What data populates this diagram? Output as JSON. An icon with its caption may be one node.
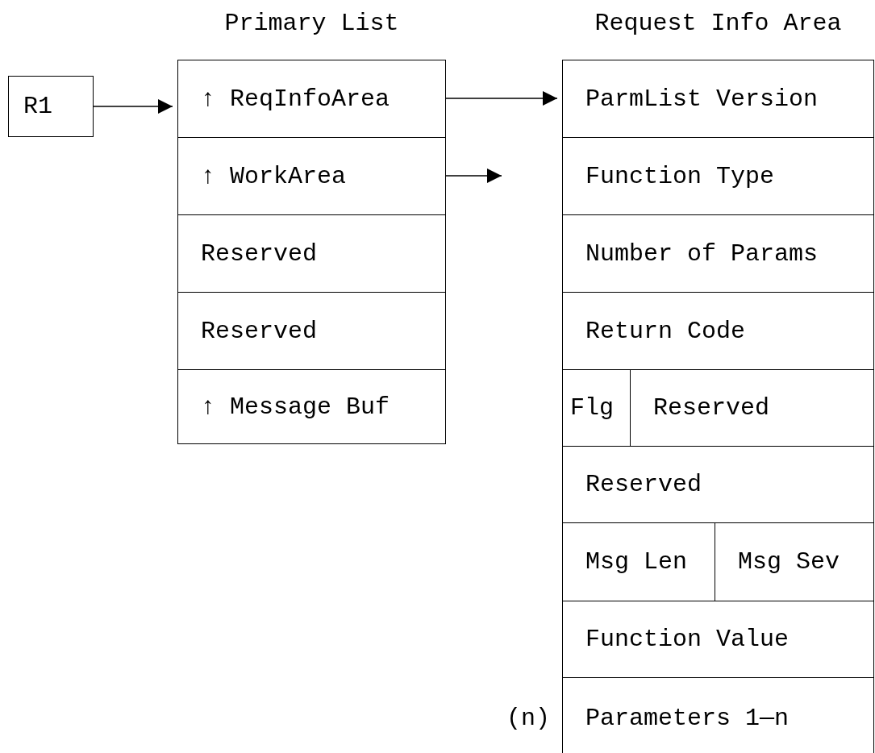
{
  "diagram": {
    "nodes": [
      {
        "text": [
          "R1"
        ]
      },
      {
        "text": [
          "Primary List"
        ]
      },
      {
        "text": [
          "↑ ReqInfoArea"
        ],
        "in": 1
      },
      {
        "text": [
          "↑ WorkArea"
        ],
        "in": 1
      },
      {
        "text": [
          "Reserved"
        ],
        "in": 1
      },
      {
        "text": [
          "Reserved"
        ],
        "in": 1
      },
      {
        "text": [
          "↑ Message Buf"
        ],
        "in": 1
      },
      {
        "text": [
          "Request Info Area"
        ]
      },
      {
        "text": [
          "ParmList Version"
        ],
        "in": 7
      },
      {
        "text": [
          "Function Type"
        ],
        "in": 7
      },
      {
        "text": [
          "Number of Params"
        ],
        "in": 7
      },
      {
        "text": [
          "Return Code"
        ],
        "in": 7
      },
      {
        "text": [
          "Flg"
        ],
        "in": 7
      },
      {
        "text": [
          "Reserved"
        ],
        "in": 7
      },
      {
        "text": [
          "Reserved"
        ],
        "in": 7
      },
      {
        "text": [
          "Msg Len"
        ],
        "in": 7
      },
      {
        "text": [
          "Msg Sev"
        ],
        "in": 7
      },
      {
        "text": [
          "Function Value"
        ],
        "in": 7
      },
      {
        "text": [
          "Parameters 1—n"
        ],
        "in": 7,
        "beside": [
          "(n)"
        ]
      }
    ],
    "edges": [
      {
        "from": 0,
        "to": 2,
        "arrow": "to"
      },
      {
        "from": 2,
        "to": 8,
        "arrow": "to"
      },
      {
        "from": 3,
        "to": null,
        "arrow": "to"
      }
    ]
  }
}
